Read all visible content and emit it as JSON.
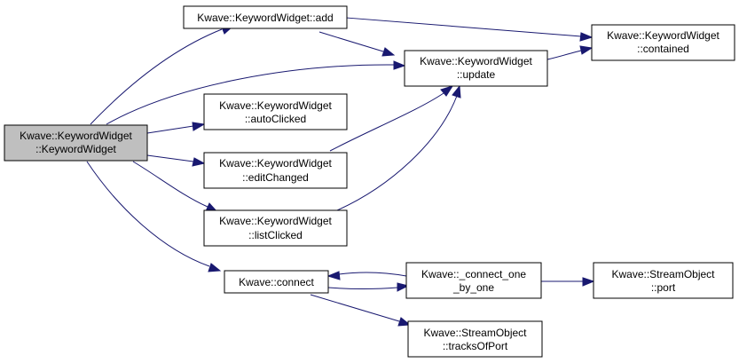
{
  "colors": {
    "node_fill": "#ffffff",
    "root_fill": "#bfbfbf",
    "border": "#000000",
    "edge": "#191970"
  },
  "nodes": {
    "ctor": {
      "lines": [
        "Kwave::KeywordWidget",
        "::KeywordWidget"
      ],
      "highlighted": true
    },
    "add": {
      "lines": [
        "Kwave::KeywordWidget::add"
      ]
    },
    "update": {
      "lines": [
        "Kwave::KeywordWidget",
        "::update"
      ]
    },
    "contained": {
      "lines": [
        "Kwave::KeywordWidget",
        "::contained"
      ]
    },
    "auto": {
      "lines": [
        "Kwave::KeywordWidget",
        "::autoClicked"
      ]
    },
    "edit": {
      "lines": [
        "Kwave::KeywordWidget",
        "::editChanged"
      ]
    },
    "list": {
      "lines": [
        "Kwave::KeywordWidget",
        "::listClicked"
      ]
    },
    "connect": {
      "lines": [
        "Kwave::connect"
      ]
    },
    "cobo": {
      "lines": [
        "Kwave::_connect_one",
        "_by_one"
      ]
    },
    "port": {
      "lines": [
        "Kwave::StreamObject",
        "::port"
      ]
    },
    "tracks": {
      "lines": [
        "Kwave::StreamObject",
        "::tracksOfPort"
      ]
    }
  },
  "edges": [
    {
      "from": "ctor",
      "to": "add"
    },
    {
      "from": "ctor",
      "to": "update"
    },
    {
      "from": "ctor",
      "to": "auto"
    },
    {
      "from": "ctor",
      "to": "edit"
    },
    {
      "from": "ctor",
      "to": "list"
    },
    {
      "from": "ctor",
      "to": "connect"
    },
    {
      "from": "add",
      "to": "contained"
    },
    {
      "from": "add",
      "to": "update"
    },
    {
      "from": "update",
      "to": "contained"
    },
    {
      "from": "edit",
      "to": "update"
    },
    {
      "from": "list",
      "to": "update"
    },
    {
      "from": "connect",
      "to": "cobo"
    },
    {
      "from": "connect",
      "to": "tracks"
    },
    {
      "from": "cobo",
      "to": "connect"
    },
    {
      "from": "cobo",
      "to": "port"
    }
  ]
}
